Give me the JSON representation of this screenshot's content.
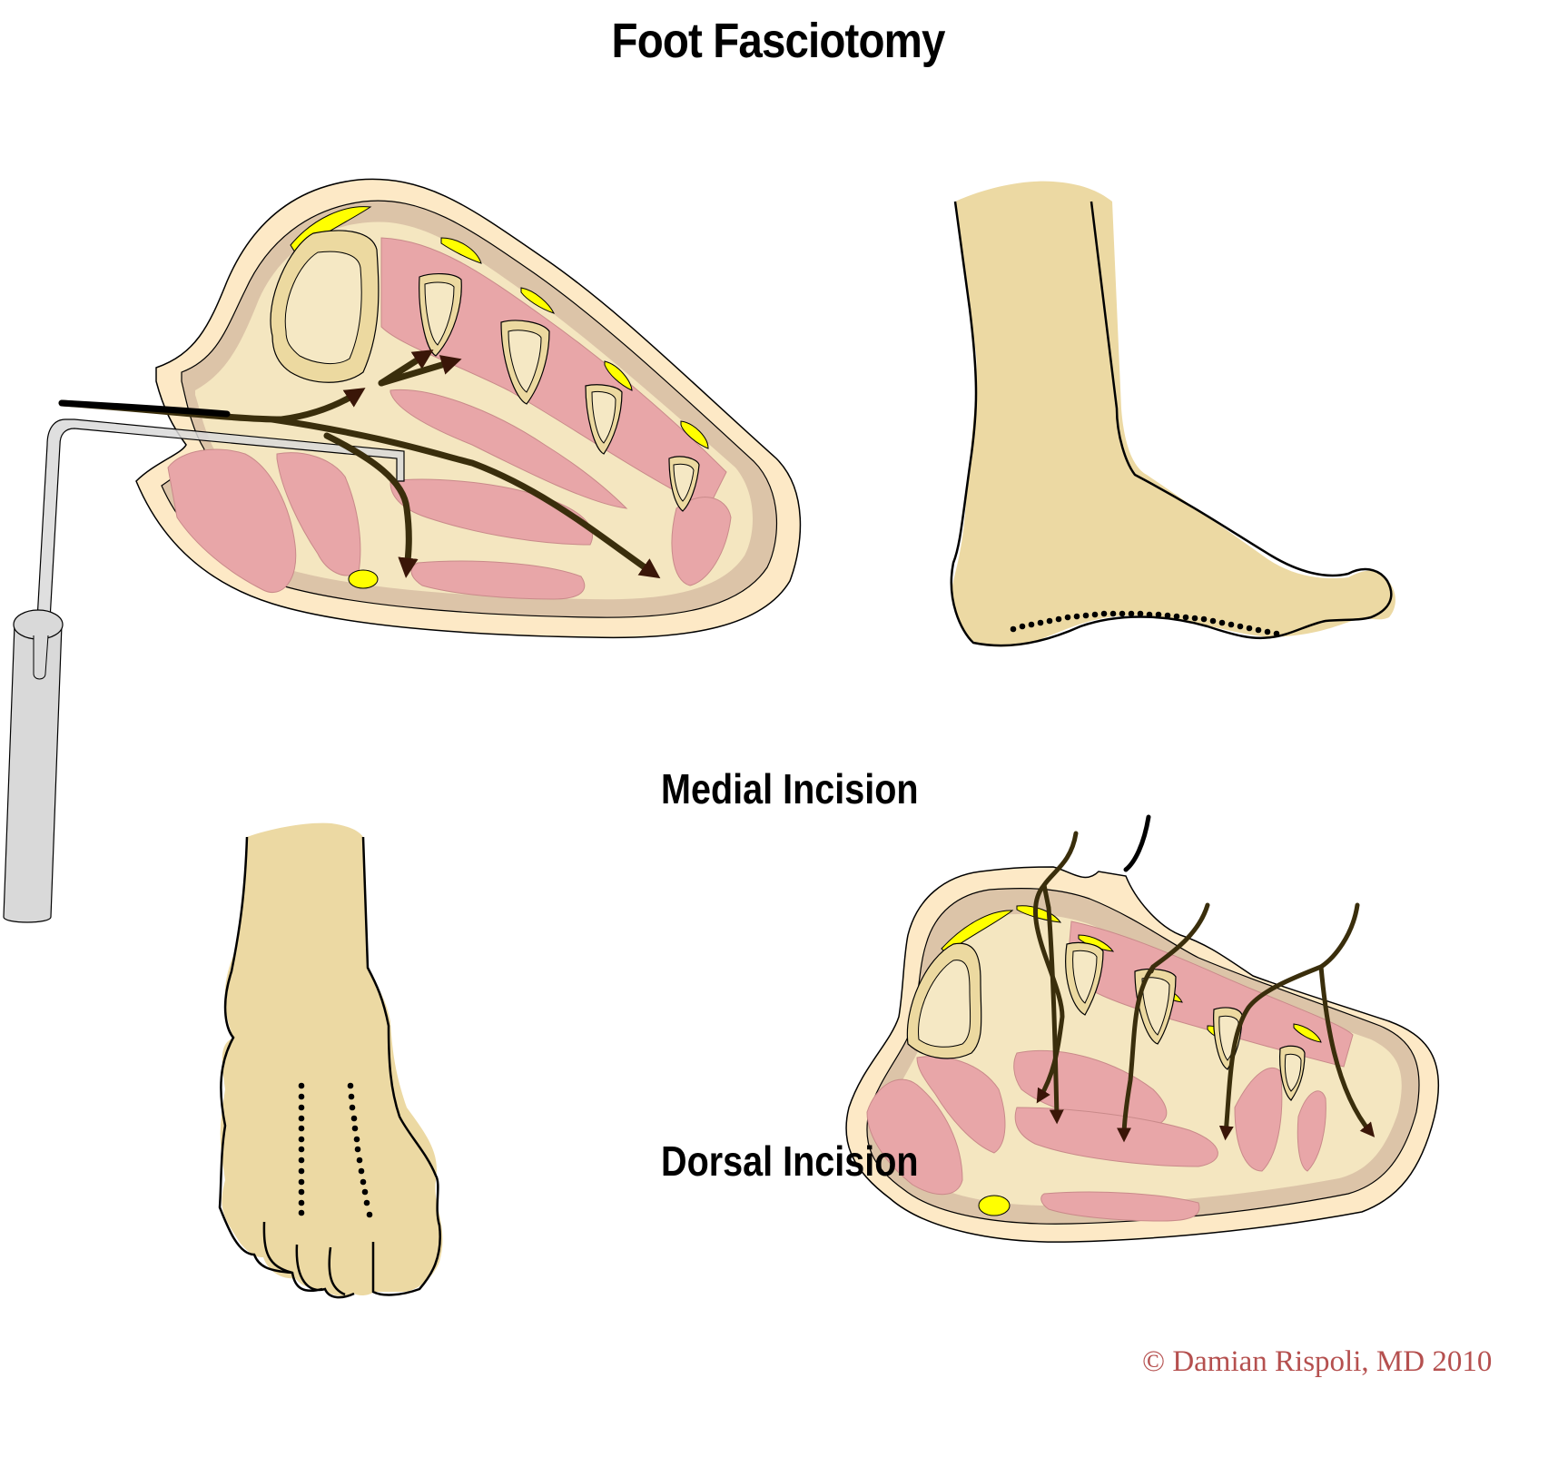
{
  "figure": {
    "title": "Foot Fasciotomy",
    "labels": {
      "medial": "Medial Incision",
      "dorsal": "Dorsal Incision"
    },
    "credit": "© Damian Rispoli, MD 2010",
    "panels": [
      {
        "id": "medial-cross-section",
        "description": "Cross-section of foot with hemostat clamp entering medially; arrows show release paths into compartments"
      },
      {
        "id": "medial-foot-side-view",
        "description": "Lateral view of foot with dotted medial incision line along arch"
      },
      {
        "id": "dorsal-foot-top-view",
        "description": "Dorsal view of foot with two dotted longitudinal incision lines"
      },
      {
        "id": "dorsal-cross-section",
        "description": "Cross-section of foot with four arrows through two dorsal incisions into compartments"
      }
    ],
    "colors": {
      "skin": "#ecd9a3",
      "skin_outer": "#fde9c6",
      "fascia": "#dcc4a8",
      "muscle": "#e8a6a8",
      "bone_cortex": "#ecd9a0",
      "bone_marrow": "#f5e8c4",
      "nerve": "#ffff00",
      "arrow": "#3a2e0c",
      "instrument": "#d9d9d9",
      "credit_text": "#b5504f"
    }
  }
}
